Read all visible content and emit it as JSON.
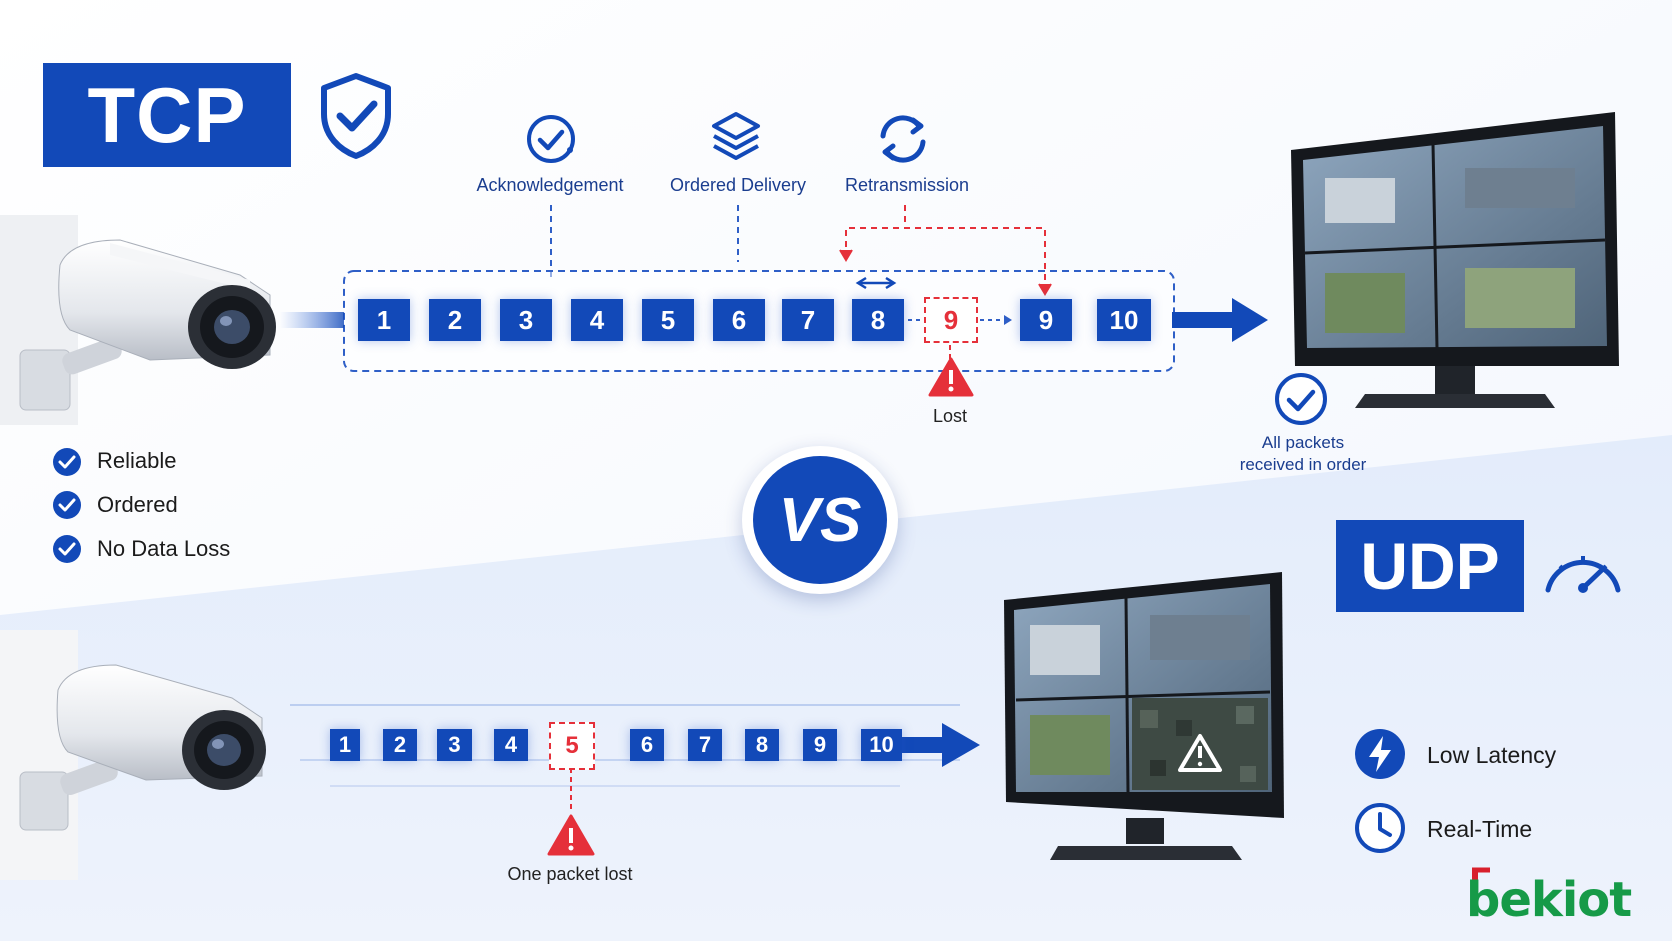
{
  "tcp": {
    "title": "TCP",
    "features": [
      {
        "icon": "check-circle-icon",
        "label": "Acknowledgement"
      },
      {
        "icon": "layers-icon",
        "label": "Ordered Delivery"
      },
      {
        "icon": "refresh-icon",
        "label": "Retransmission"
      }
    ],
    "packets": [
      "1",
      "2",
      "3",
      "4",
      "5",
      "6",
      "7",
      "8",
      "9",
      "9",
      "10"
    ],
    "lost_label": "Lost",
    "result_line1": "All packets",
    "result_line2": "received in order",
    "properties": [
      "Reliable",
      "Ordered",
      "No Data Loss"
    ]
  },
  "vs_label": "VS",
  "udp": {
    "title": "UDP",
    "packets": [
      "1",
      "2",
      "3",
      "4",
      "5",
      "6",
      "7",
      "8",
      "9",
      "10"
    ],
    "lost_label": "One packet lost",
    "properties": [
      {
        "icon": "lightning-icon",
        "label": "Low Latency"
      },
      {
        "icon": "clock-icon",
        "label": "Real-Time"
      }
    ]
  },
  "brand": "bekiot",
  "colors": {
    "primary": "#1249b8",
    "alert": "#e5303a",
    "brand_green": "#169a48",
    "brand_red": "#d8202c"
  }
}
